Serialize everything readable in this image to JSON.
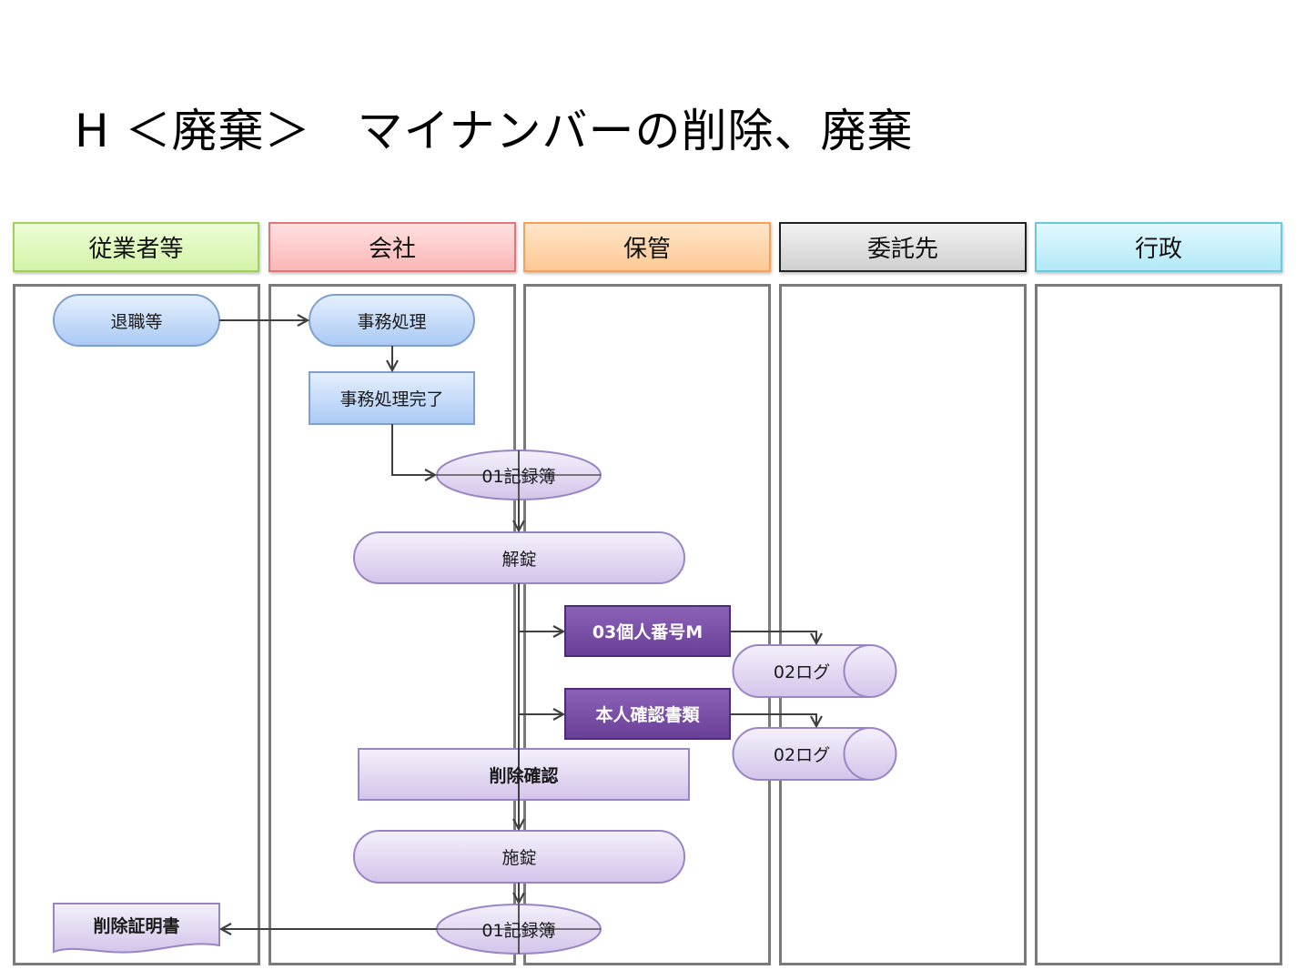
{
  "title": "H ＜廃棄＞　マイナンバーの削除、廃棄",
  "lanes": {
    "employee": "従業者等",
    "company": "会社",
    "storage": "保管",
    "outsource": "委託先",
    "government": "行政"
  },
  "nodes": {
    "retirement": "退職等",
    "processing": "事務処理",
    "processing_done": "事務処理完了",
    "register_top": "01記録簿",
    "unlock": "解錠",
    "personal_number_master": "03個人番号M",
    "log_1": "02ログ",
    "identity_docs": "本人確認書類",
    "log_2": "02ログ",
    "deletion_check": "削除確認",
    "lock": "施錠",
    "register_bottom": "01記録簿",
    "deletion_certificate": "削除証明書"
  }
}
